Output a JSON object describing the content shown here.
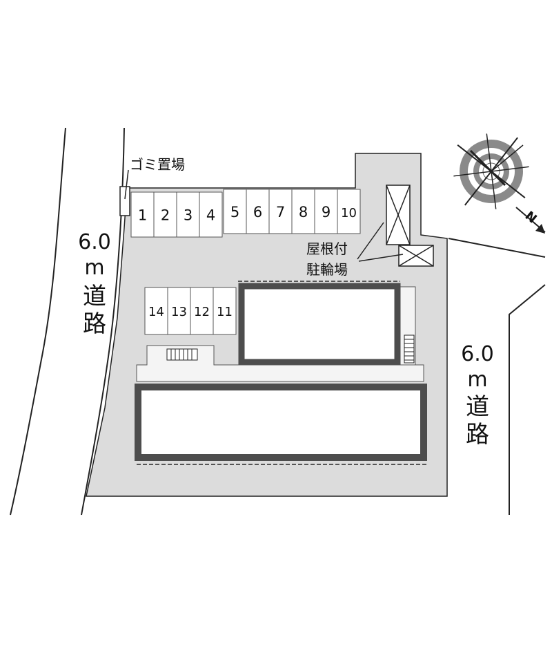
{
  "labels": {
    "garbage": "ゴミ置場",
    "bike_line1": "屋根付",
    "bike_line2": "駐輪場",
    "road_left_width": "6.0",
    "road_left_m": "m",
    "road_left_c1": "道",
    "road_left_c2": "路",
    "road_right_width": "6.0",
    "road_right_m": "m",
    "road_right_c1": "道",
    "road_right_c2": "路",
    "north": "N"
  },
  "parking_top": [
    "1",
    "2",
    "3",
    "4",
    "5",
    "6",
    "7",
    "8",
    "9",
    "10"
  ],
  "parking_mid": [
    "14",
    "13",
    "12",
    "11"
  ],
  "colors": {
    "lot": "#dcdcdc",
    "building_wall": "#4d4d4d",
    "line": "#222222",
    "compass_ring": "#8a8a8a"
  },
  "icons": [
    "compass-icon",
    "bike-shed-x-icon",
    "stairs-icon"
  ]
}
